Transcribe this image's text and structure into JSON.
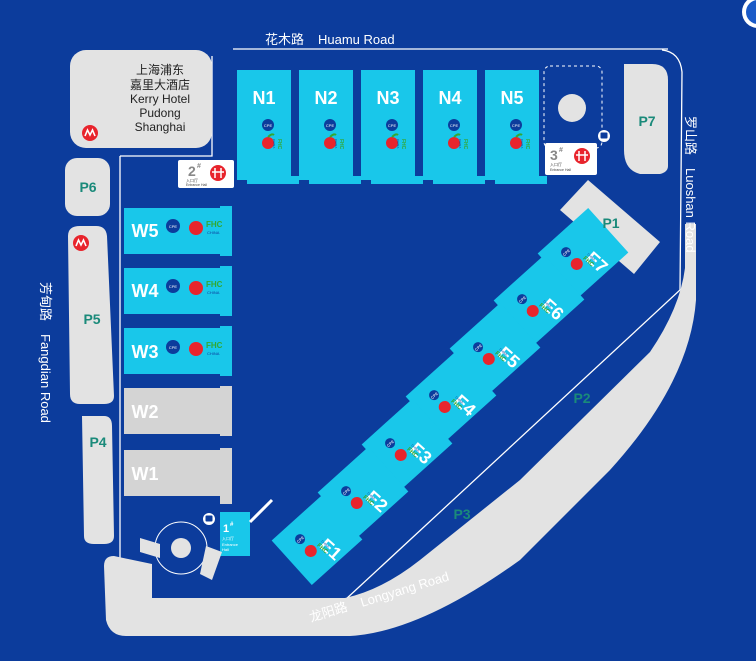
{
  "colors": {
    "background": "#0c3c9c",
    "hall_active": "#19c7ea",
    "hall_inactive": "#d4d4d4",
    "parking": "#e3e3e3",
    "parking_label": "#1a8a7a",
    "road_line": "#ffffff",
    "fruit_red": "#e8242c",
    "leaf_green": "#33a832"
  },
  "roads": {
    "north_cn": "花木路",
    "north_en": "Huamu Road",
    "east_cn": "罗山路",
    "east_en": "Luoshan Road",
    "west_cn": "芳甸路",
    "west_en": "Fangdian Road",
    "south_cn": "龙阳路",
    "south_en": "Longyang Road"
  },
  "hotel": {
    "line1": "上海浦东",
    "line2": "嘉里大酒店",
    "line3": "Kerry Hotel",
    "line4": "Pudong",
    "line5": "Shanghai",
    "icon": "metro-icon"
  },
  "halls_north": [
    {
      "label": "N1",
      "brand_cpe": "CPE",
      "brand_fhc": "FHC",
      "brand_china": "CHINA"
    },
    {
      "label": "N2",
      "brand_cpe": "CPE",
      "brand_fhc": "FHC",
      "brand_china": "CHINA"
    },
    {
      "label": "N3",
      "brand_cpe": "CPE",
      "brand_fhc": "FHC",
      "brand_china": "CHINA"
    },
    {
      "label": "N4",
      "brand_cpe": "CPE",
      "brand_fhc": "FHC",
      "brand_china": "CHINA"
    },
    {
      "label": "N5",
      "brand_cpe": "CPE",
      "brand_fhc": "FHC",
      "brand_china": "CHINA"
    }
  ],
  "halls_west": [
    {
      "label": "W5",
      "active": true,
      "brand_cpe": "CPE",
      "brand_fhc": "FHC",
      "brand_china": "CHINA"
    },
    {
      "label": "W4",
      "active": true,
      "brand_cpe": "CPE",
      "brand_fhc": "FHC",
      "brand_china": "CHINA"
    },
    {
      "label": "W3",
      "active": true,
      "brand_cpe": "CPE",
      "brand_fhc": "FHC",
      "brand_china": "CHINA"
    },
    {
      "label": "W2",
      "active": false
    },
    {
      "label": "W1",
      "active": false
    }
  ],
  "halls_east": [
    {
      "label": "E7",
      "brand_cpe": "CPE",
      "brand_fhc": "FHC",
      "brand_china": "CHINA"
    },
    {
      "label": "E6",
      "brand_cpe": "CPE",
      "brand_fhc": "FHC",
      "brand_china": "CHINA"
    },
    {
      "label": "E5",
      "brand_cpe": "CPE",
      "brand_fhc": "FHC",
      "brand_china": "CHINA"
    },
    {
      "label": "E4",
      "brand_cpe": "CPE",
      "brand_fhc": "FHC",
      "brand_china": "CHINA"
    },
    {
      "label": "E3",
      "brand_cpe": "CPE",
      "brand_fhc": "FHC",
      "brand_china": "CHINA"
    },
    {
      "label": "E2",
      "brand_cpe": "CPE",
      "brand_fhc": "FHC",
      "brand_china": "CHINA"
    },
    {
      "label": "E1",
      "brand_cpe": "CPE",
      "brand_fhc": "FHC",
      "brand_china": "CHINA"
    }
  ],
  "parking": [
    "P1",
    "P2",
    "P3",
    "P4",
    "P5",
    "P6",
    "P7"
  ],
  "entrances": [
    {
      "number": "1",
      "sup": "#",
      "cn": "入口厅",
      "en_1": "Entrance",
      "en_2": "Hall"
    },
    {
      "number": "2",
      "sup": "#",
      "cn": "入口厅",
      "en_1": "Entrance Hall"
    },
    {
      "number": "3",
      "sup": "#",
      "cn": "入口厅",
      "en_1": "Entrance Hall"
    }
  ],
  "icons": {
    "bus": "bus-icon",
    "metro": "metro-icon",
    "gate": "gate-icon",
    "company_logo": "logo-icon"
  }
}
